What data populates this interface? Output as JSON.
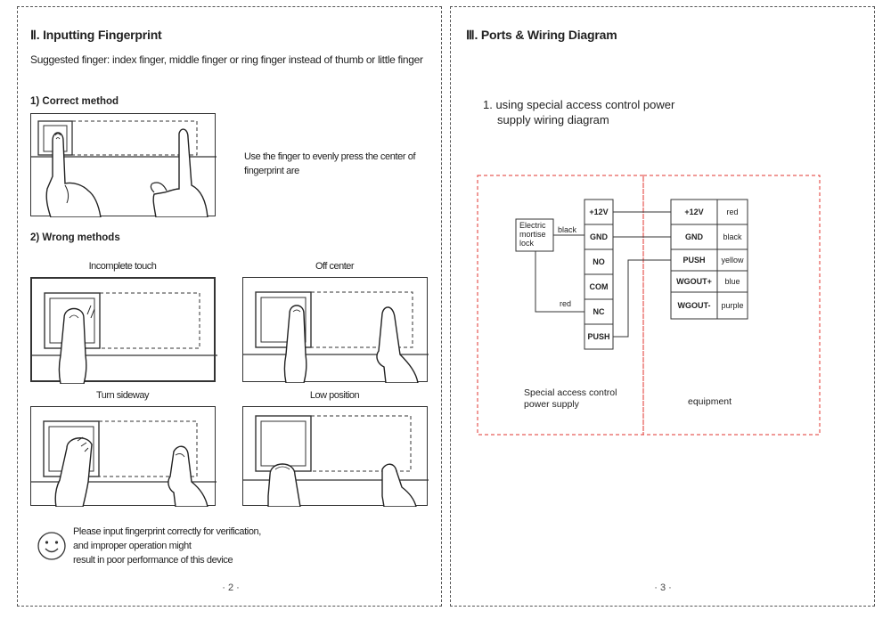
{
  "left_page": {
    "title": "Ⅱ. Inputting Fingerprint",
    "suggestion": "Suggested finger: index finger, middle finger or ring finger instead of thumb or little finger",
    "correct_heading": "1) Correct method",
    "correct_text": "Use the finger to evenly press the center of fingerprint are",
    "wrong_heading": "2) Wrong methods",
    "wrong_cases": [
      "Incomplete touch",
      "Off center",
      "Turn sideway",
      "Low position"
    ],
    "notice_lines": [
      "Please input fingerprint correctly for verification,",
      "and improper operation might",
      "result in poor performance of this device"
    ],
    "page_number": "· 2 ·"
  },
  "right_page": {
    "title": "Ⅲ. Ports & Wiring Diagram",
    "subtitle_lines": [
      "1. using special access control power",
      "supply wiring diagram"
    ],
    "lock_label_lines": [
      "Electric",
      "mortise",
      "lock"
    ],
    "wire_label_black": "black",
    "wire_label_red": "red",
    "supply_terminals": [
      "+12V",
      "GND",
      "NO",
      "COM",
      "NC",
      "PUSH"
    ],
    "equipment_terminals": [
      "+12V",
      "GND",
      "PUSH",
      "WGOUT+",
      "WGOUT-"
    ],
    "equipment_colors": [
      "red",
      "black",
      "yellow",
      "blue",
      "purple"
    ],
    "supply_label_lines": [
      "Special access control",
      "power supply"
    ],
    "equipment_label": "equipment",
    "page_number": "· 3 ·"
  },
  "colors": {
    "border": "#555555",
    "dashed_box": "#e0342f",
    "ink": "#222222"
  },
  "icons": [
    "smiley-icon"
  ]
}
